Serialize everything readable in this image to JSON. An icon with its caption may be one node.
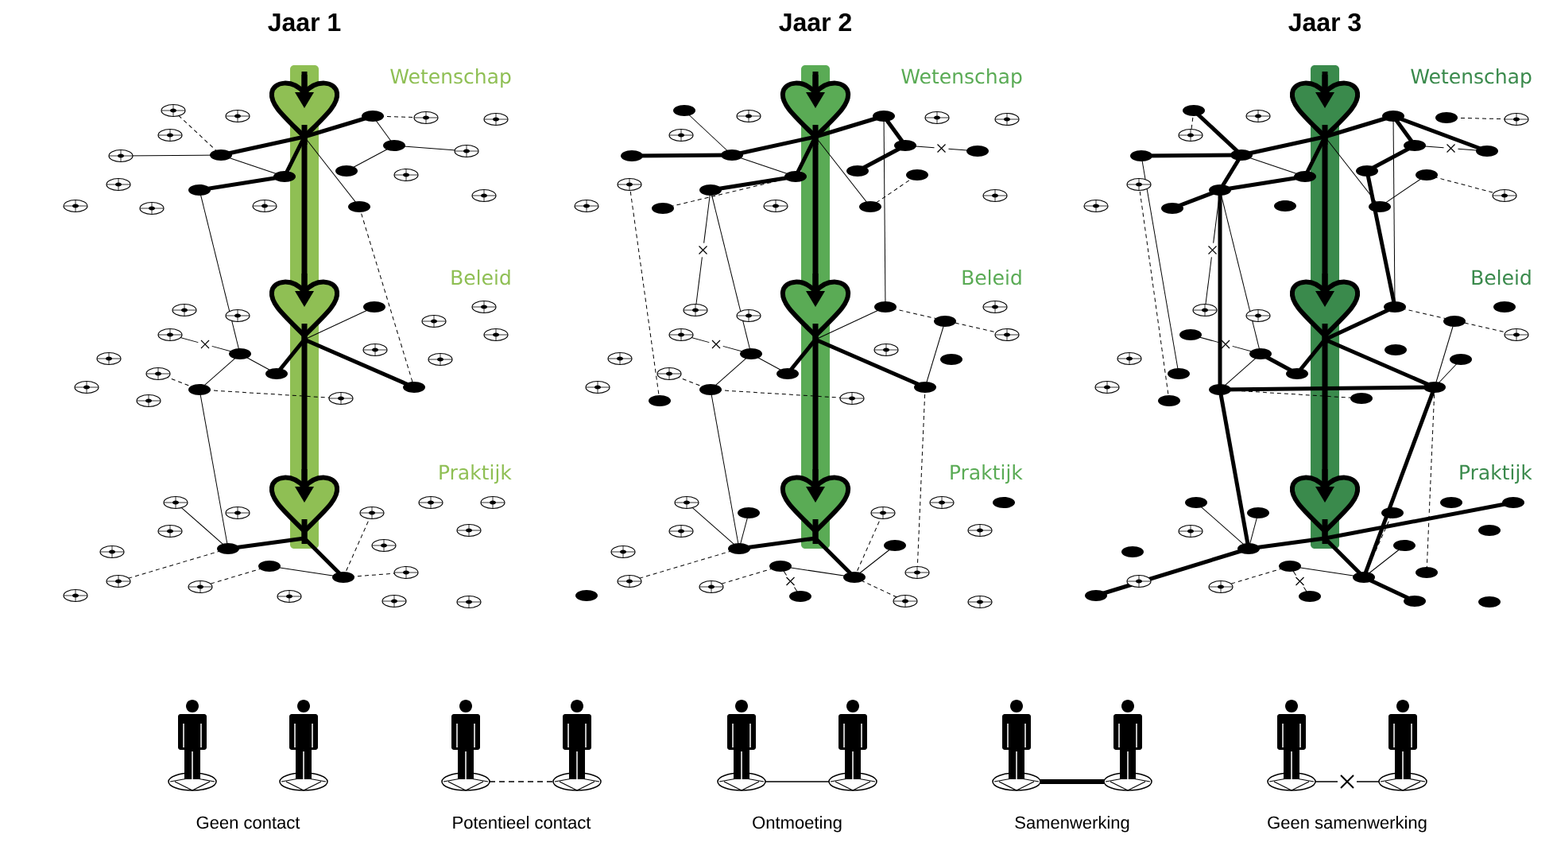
{
  "diagram": {
    "labels": [
      "Jaar 1",
      "Wetenschap",
      "Beleid",
      "Praktijk",
      "Jaar 2",
      "Wetenschap",
      "Beleid",
      "Praktijk",
      "Jaar 3",
      "Wetenschap",
      "Beleid",
      "Praktijk"
    ],
    "legend": [
      {
        "text": "Geen contact"
      },
      {
        "text": "Potentieel contact"
      },
      {
        "text": "Ontmoeting"
      },
      {
        "text": "Samenwerking"
      },
      {
        "text": "Geen samenwerking"
      }
    ]
  }
}
